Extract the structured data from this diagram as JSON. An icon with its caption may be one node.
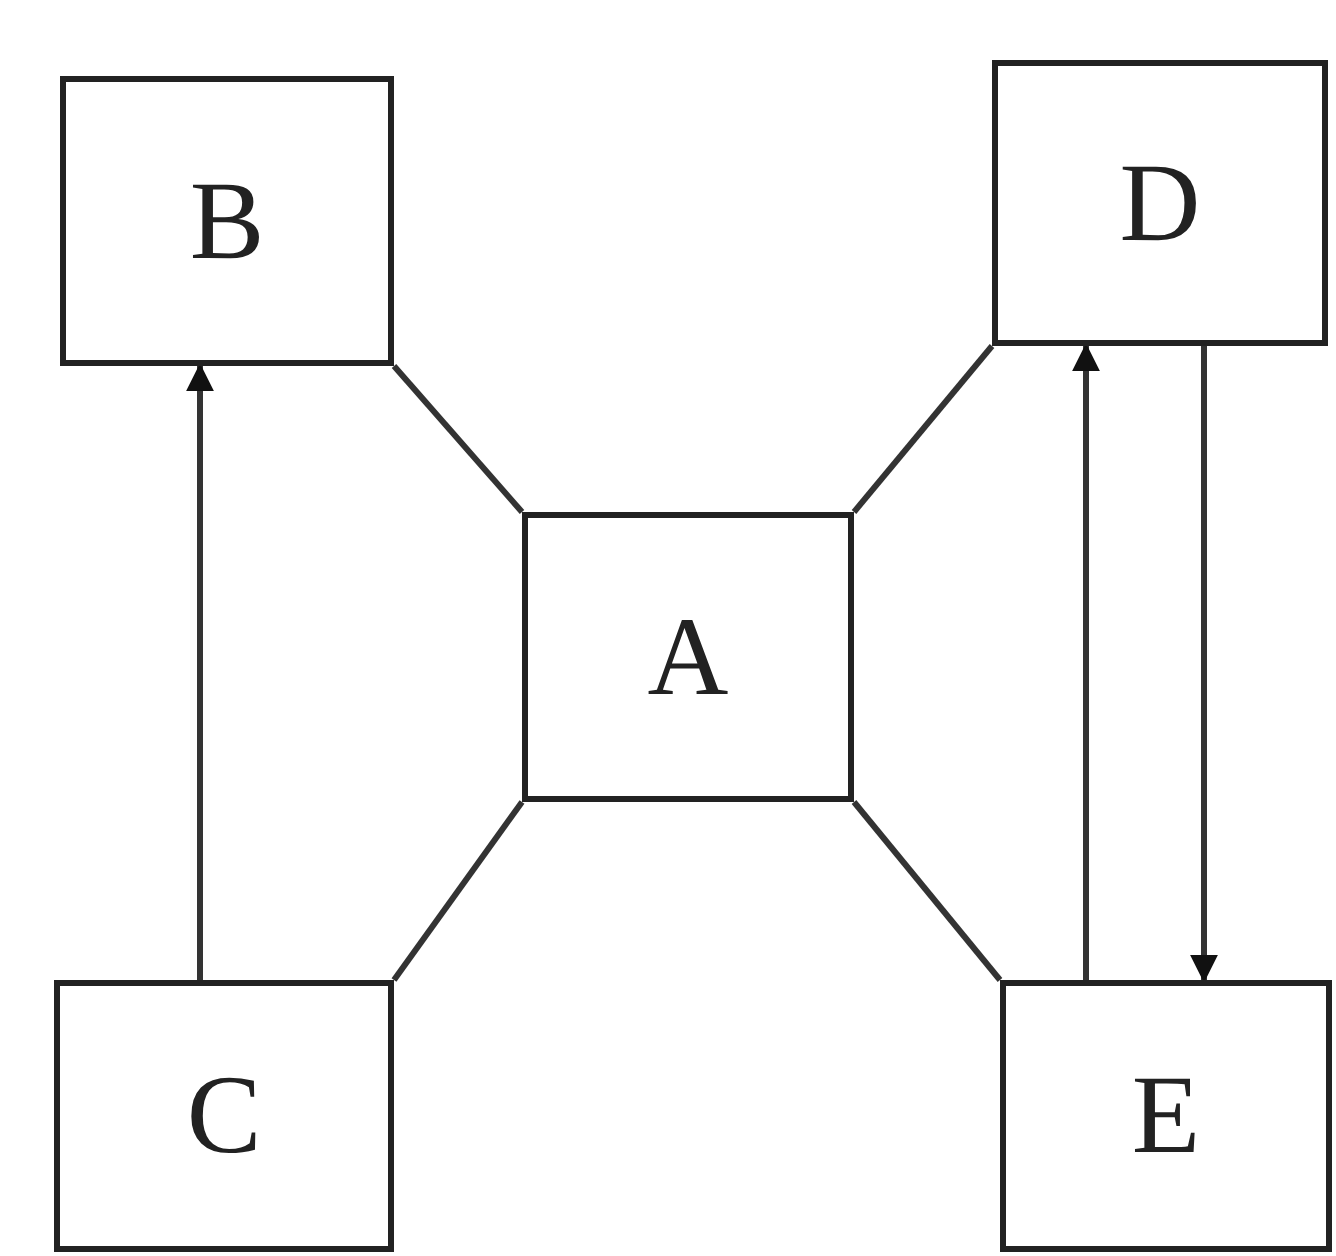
{
  "diagram": {
    "nodes": [
      {
        "text": [
          "B"
        ]
      },
      {
        "text": [
          "D"
        ]
      },
      {
        "text": [
          "A"
        ]
      },
      {
        "text": [
          "C"
        ]
      },
      {
        "text": [
          "E"
        ]
      }
    ],
    "edges": [
      {
        "from": 2,
        "to": 0,
        "arrow": "none"
      },
      {
        "from": 2,
        "to": 1,
        "arrow": "none"
      },
      {
        "from": 2,
        "to": 3,
        "arrow": "none"
      },
      {
        "from": 2,
        "to": 4,
        "arrow": "none"
      },
      {
        "from": 3,
        "to": 0,
        "arrow": "to"
      },
      {
        "from": 4,
        "to": 1,
        "arrow": "to"
      },
      {
        "from": 1,
        "to": 4,
        "arrow": "to"
      }
    ]
  }
}
